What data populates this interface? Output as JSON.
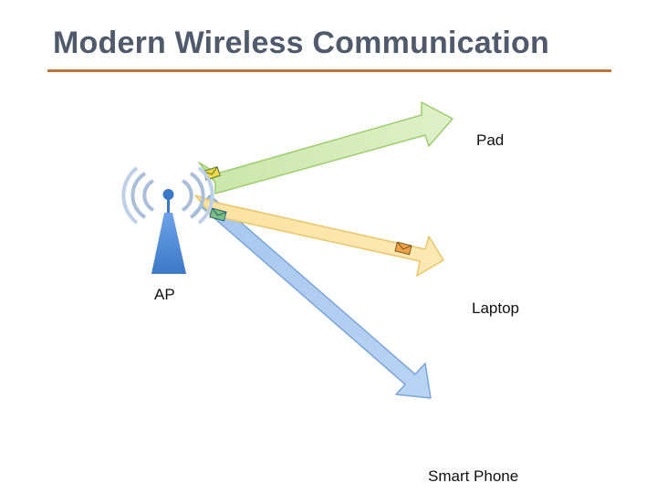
{
  "title": "Modern Wireless Communication",
  "nodes": {
    "ap": {
      "label": "AP",
      "icon": "antenna-tower-icon"
    },
    "pad": {
      "label": "Pad",
      "icon": "tablet-icon"
    },
    "laptop": {
      "label": "Laptop",
      "icon": "laptop-icon"
    },
    "phone": {
      "label": "Smart Phone",
      "icon": "smartphone-icon"
    }
  },
  "colors": {
    "title": "#4f5a6a",
    "rule": "#c0763a",
    "pad": "#8dc24a",
    "laptop": "#f5b82e",
    "phone": "#3b78c6",
    "ap": "#5b8fd8"
  }
}
